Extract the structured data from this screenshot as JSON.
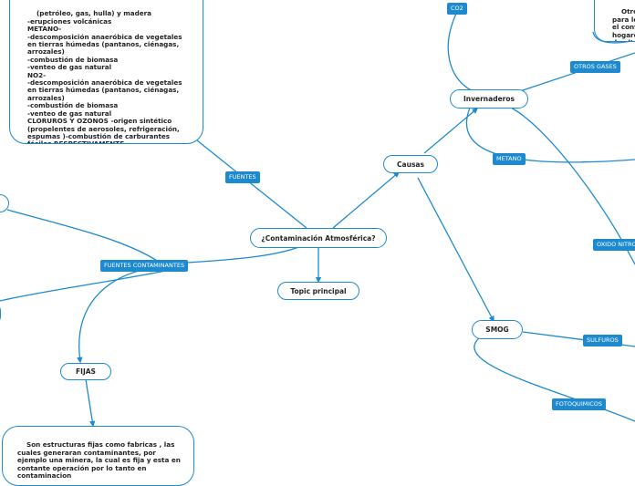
{
  "colors": {
    "line": "#1d8ad0",
    "label_bg": "#1d8ad0",
    "label_text": "#ffffff",
    "node_text": "#222222"
  },
  "nodes": {
    "root": "¿Contaminación Atmosférica?",
    "topic_principal": "Topic principal",
    "causas": "Causas",
    "invernaderos": "Invernaderos",
    "smog": "SMOG",
    "fijas": "FIJAS"
  },
  "labels": {
    "fuentes": "FUENTES",
    "fuentes_contaminantes": "FUENTES CONTAMINANTES",
    "co2": "CO2",
    "otros_gases": "OTROS GASES",
    "metano": "METANO",
    "oxido_nitro": "OXIDO NITRO",
    "sulfuros": "SULFUROS",
    "fotoquimicos": "FOTOQUIMICOS"
  },
  "texts": {
    "fuentes_detail": "(petróleo, gas, hulla) y madera\n-erupciones volcánicas\nMETANO-\n-descomposición anaeróbica de vegetales\nen tierras húmedas (pantanos, ciénagas,\narrozales)\n-combustión de biomasa\n-venteo de gas natural\nNO2-\n-descomposición anaeróbica de vegetales\nen tierras húmedas (pantanos, ciénagas,\narrozales)\n-combustión de biomasa\n-venteo de gas natural\nCLORUROS Y OZONOS -origen sintético\n(propelentes de aerosoles, refrigeración,\nespumas )-combustión de carburantes\nfósiles RESPECTIVAMENTE",
    "otros_gases_detail": "Otros g\npara lo\nel conf\nhogare\nde alto",
    "fijas_detail": "Son estructuras fijas como fabricas , las\ncuales generaran contaminantes, por\nejemplo una minera, la cual es fija y esta en\ncontante operación por lo tanto en\ncontaminacion"
  }
}
